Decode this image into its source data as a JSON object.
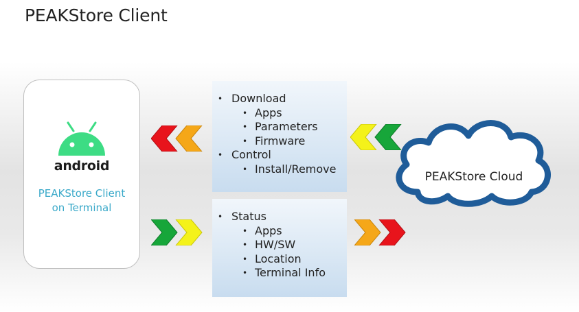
{
  "title": "PEAKStore Client",
  "terminal": {
    "os_logo_text": "android",
    "label_line1": "PEAKStore Client",
    "label_line2": "on Terminal"
  },
  "cloud": {
    "label": "PEAKStore Cloud"
  },
  "download_panel": {
    "items": [
      {
        "level": 1,
        "text": "Download"
      },
      {
        "level": 2,
        "text": "Apps"
      },
      {
        "level": 2,
        "text": "Parameters"
      },
      {
        "level": 2,
        "text": "Firmware"
      },
      {
        "level": 1,
        "text": "Control"
      },
      {
        "level": 2,
        "text": "Install/Remove"
      }
    ]
  },
  "status_panel": {
    "items": [
      {
        "level": 1,
        "text": "Status"
      },
      {
        "level": 2,
        "text": "Apps"
      },
      {
        "level": 2,
        "text": "HW/SW"
      },
      {
        "level": 2,
        "text": "Location"
      },
      {
        "level": 2,
        "text": "Terminal Info"
      }
    ]
  },
  "colors": {
    "red": "#e8141c",
    "orange": "#f5a718",
    "yellow": "#f4f21a",
    "green": "#17a63a",
    "android_green": "#3ddc84",
    "cloud_outline": "#1f5c99",
    "client_label": "#3aa9c9"
  },
  "icons": {
    "android": "android-robot-icon",
    "cloud": "cloud-icon",
    "chevron": "double-chevron-arrow-icon"
  }
}
